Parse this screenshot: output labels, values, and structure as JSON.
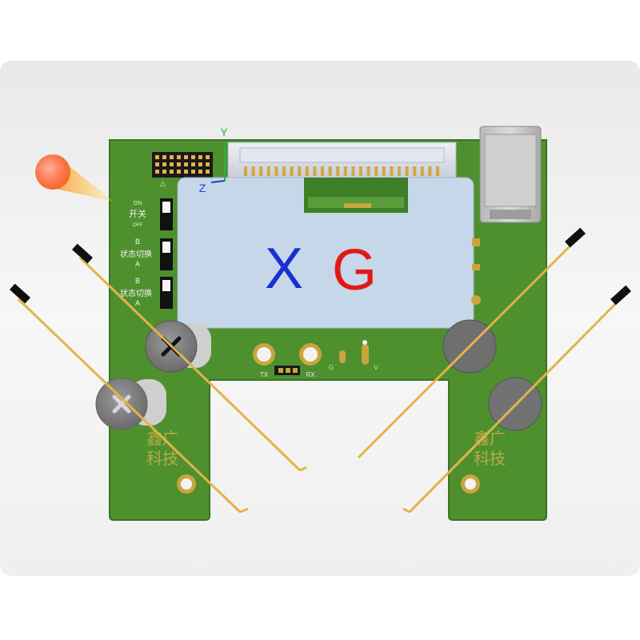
{
  "colors": {
    "background": "#f2f2f2",
    "pcb": "#4e8f2e",
    "pcb_edge": "#3b7322",
    "screen": "#c7d7ea",
    "gold": "#e4b24a",
    "x_letter": "#1a2fd0",
    "g_letter": "#e01818"
  },
  "axis": {
    "y": "Y",
    "z": "Z"
  },
  "screen": {
    "letter_x": "X",
    "letter_g": "G"
  },
  "silkscreen": {
    "on": "ON",
    "switch": "开关",
    "off": "OFF",
    "b1": "B",
    "mode1": "状态切换",
    "a1": "A",
    "b2": "B",
    "mode2": "状态切换",
    "a2": "A",
    "tx": "TX",
    "rx": "RX",
    "g": "G",
    "v": "V",
    "brand_left_1": "鑫广",
    "brand_left_2": "科技",
    "brand_right_1": "鑫广",
    "brand_right_2": "科技"
  },
  "icons": [
    "light-bulb-icon",
    "close-icon",
    "probe-pin-icon",
    "screw-head-icon"
  ]
}
